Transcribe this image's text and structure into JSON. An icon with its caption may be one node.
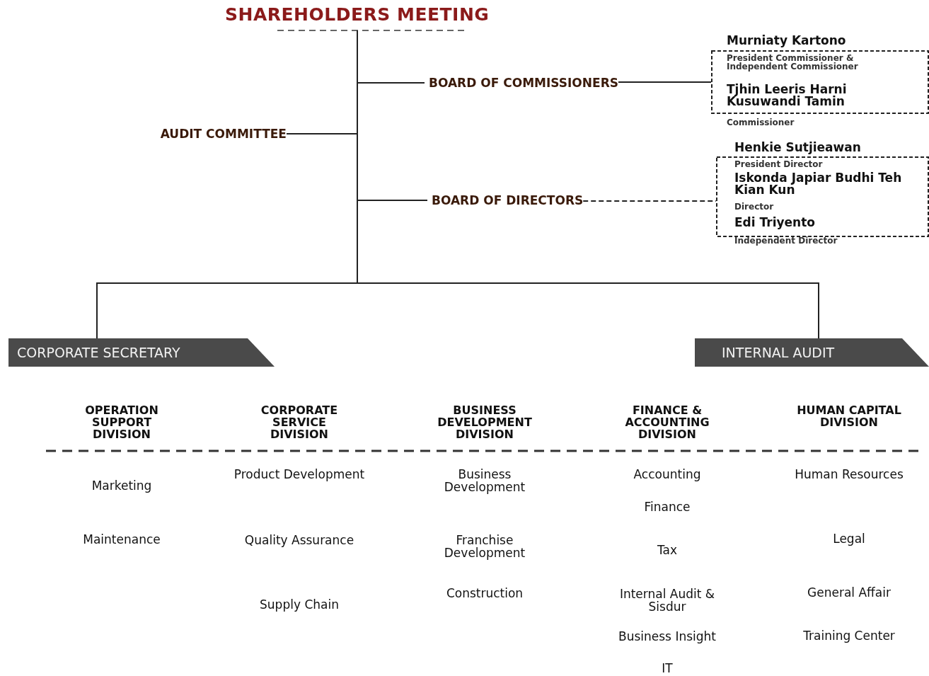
{
  "diagram": {
    "nodes": [
      {
        "text": [
          "SHAREHOLDERS MEETING"
        ]
      },
      {
        "text": [
          "AUDIT COMMITTEE"
        ]
      },
      {
        "text": [
          "BOARD OF COMMISSIONERS"
        ]
      },
      {
        "text": [
          "BOARD OF DIRECTORS"
        ]
      },
      {
        "text": [
          "Murniaty Kartono",
          "President Commissioner & Independent Commissioner",
          "Tjhin Leeris Harni Kusuwandi Tamin",
          "Commissioner"
        ]
      },
      {
        "text": [
          "Henkie Sutjieawan",
          "President Director",
          "Iskonda Japiar Budhi Teh Kian Kun",
          "Director",
          "Edi Triyento",
          "Independent Director"
        ]
      },
      {
        "text": [
          "CORPORATE SECRETARY"
        ]
      },
      {
        "text": [
          "INTERNAL AUDIT"
        ]
      }
    ],
    "edges": [
      {
        "from": 0,
        "to": 2,
        "arrow": "none"
      },
      {
        "from": 0,
        "to": 1,
        "arrow": "none"
      },
      {
        "from": 0,
        "to": 3,
        "arrow": "none"
      },
      {
        "from": 0,
        "to": 6,
        "arrow": "none"
      },
      {
        "from": 0,
        "to": 7,
        "arrow": "none"
      },
      {
        "from": 2,
        "to": 4,
        "arrow": "none"
      },
      {
        "from": 3,
        "to": 5,
        "arrow": "none",
        "style": "dashed"
      }
    ],
    "labels": [
      "OPERATION SUPPORT DIVISION",
      "Marketing",
      "Maintenance",
      "CORPORATE SERVICE DIVISION",
      "Product Development",
      "Quality Assurance",
      "Supply Chain",
      "BUSINESS DEVELOPMENT DIVISION",
      "Business Development",
      "Franchise Development",
      "Construction",
      "FINANCE & ACCOUNTING DIVISION",
      "Accounting",
      "Finance",
      "Tax",
      "Internal Audit & Sisdur",
      "Business Insight",
      "IT",
      "HUMAN CAPITAL DIVISION",
      "Human Resources",
      "Legal",
      "General Affair",
      "Training Center"
    ]
  }
}
